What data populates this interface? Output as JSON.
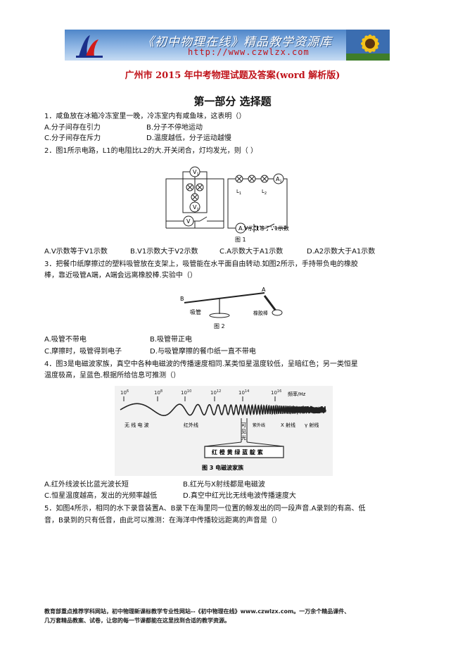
{
  "header": {
    "brand": "《初中物理在线》精品教学资源库",
    "url": "http://www.czwlzx.com"
  },
  "doc_title": "广州市 2015 年中考物理试题及答案(word 解析版)",
  "part_title": "第一部分  选择题",
  "q1": {
    "stem": "1．咸鱼放在冰箱冷冻室里一晚，冷冻室内有咸鱼味，这表明（）",
    "a": "A.分子间存在引力",
    "b": "B.分子不停地运动",
    "c": "C.分子间存在斥力",
    "d": "D.温度越低，分子运动越慢"
  },
  "q2": {
    "stem": "2．图1所示电路，L1的电阻比L2的大.开关闭合，灯均发光，则（      ）",
    "fig_caption": "图 1",
    "v1": "V",
    "v1_sub": "1",
    "v2": "V",
    "v2_sub": "2",
    "v": "V",
    "a1": "A",
    "a1_sub": "1",
    "a": "A.V示数等于V1示数",
    "l1": "L",
    "l1_sub": "1",
    "l2": "L",
    "l2_sub": "2",
    "b": "B.V1示数大于V2示数",
    "c": "C.A示数大于A1示数",
    "d": "D.A2示数大于A1示数"
  },
  "q3": {
    "stem1": "3．把餐巾纸摩擦过的塑料吸管放在支架上，吸管能在水平面自由转动.如图2所示，手持带负电的橡胶",
    "stem2": "棒，靠近吸管A端，A端会远离橡胶棒.实验中（）",
    "fig_caption": "图 2",
    "label_b": "B",
    "label_a": "A",
    "label_straw": "吸管",
    "label_rod": "橡胶棒",
    "a": "A.吸管不带电",
    "b": "B.吸管带正电",
    "c": "C.摩擦时，吸管得到电子",
    "d": "D.与吸管摩擦的餐巾纸一直不带电"
  },
  "q4": {
    "stem1": "4．图3是电磁波家族，真空中各种电磁波的传播速度相同.某类恒星温度较低，呈暗红色；另一类恒星",
    "stem2": "温度极高，呈蓝色.根据所给信息可推测（）",
    "fig_caption": "图 3  电磁波家族",
    "freq_label": "频率/Hz",
    "ticks": [
      "10",
      "10",
      "10",
      "10",
      "10",
      "10"
    ],
    "tick_exps": [
      "6",
      "8",
      "10",
      "12",
      "14",
      "16"
    ],
    "bands": [
      "无  线  电  波",
      "红外线",
      "紫外线",
      "X 射线",
      "γ 射线"
    ],
    "visible": [
      "可",
      "见",
      "光"
    ],
    "colors": "红 橙 黄 绿 蓝 靛 紫",
    "a": "A.红外线波长比蓝光波长短",
    "b": "B.红光与X射线都是电磁波",
    "c": "C.恒星温度越高，发出的光频率越低",
    "d": "D.真空中红光比无线电波传播速度大"
  },
  "q5": {
    "stem1": "5．如图4所示，相同的水下录音装置A、B录下在海里同一位置的鲸发出的同一段声音.A录到的有高、低",
    "stem2": "音，B录到的只有低音，由此可以推测：在海洋中传播较远距离的声音是（）"
  },
  "footer": {
    "line1": "教育部重点推荐学科网站，初中物理新课标教学专业性网站--《初中物理在线》www.czwlzx.com。一万余个精品课件、",
    "line2": "几万套精品教案、试卷，让您的每一节课都能在这里找到合适的教学资源。"
  }
}
